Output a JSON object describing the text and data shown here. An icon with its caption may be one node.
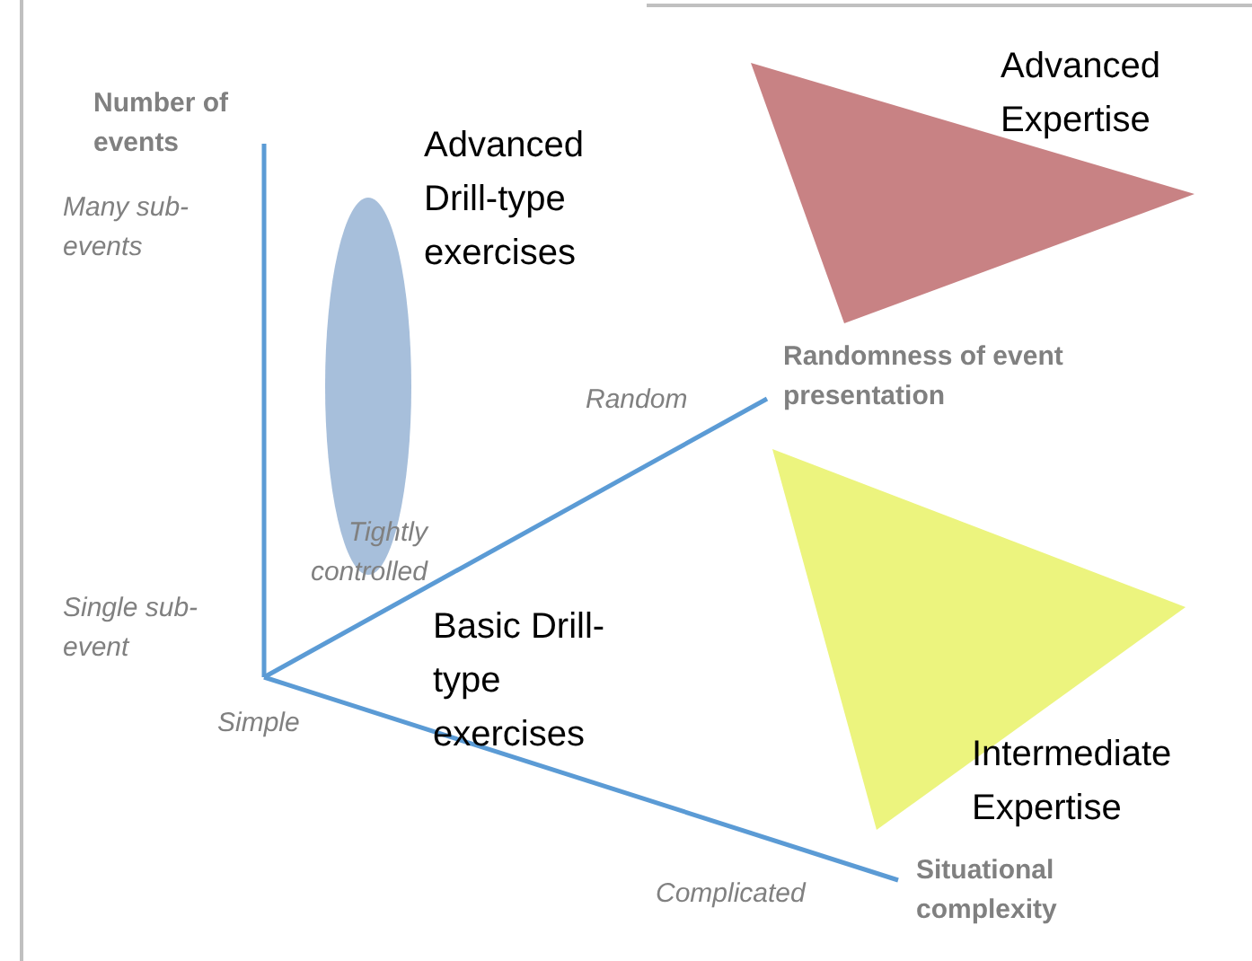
{
  "diagram": {
    "nodes": [
      {
        "text": [
          "Advanced Drill-type exercises"
        ]
      },
      {
        "text": [
          "Advanced Expertise"
        ]
      },
      {
        "text": [
          "Intermediate Expertise"
        ]
      }
    ],
    "labels": [
      "Number of events",
      "Many sub-events",
      "Random",
      "Randomness of event presentation",
      "Tightly controlled",
      "Single sub-event",
      "Basic Drill-type exercises",
      "Simple",
      "Complicated",
      "Situational complexity"
    ]
  }
}
